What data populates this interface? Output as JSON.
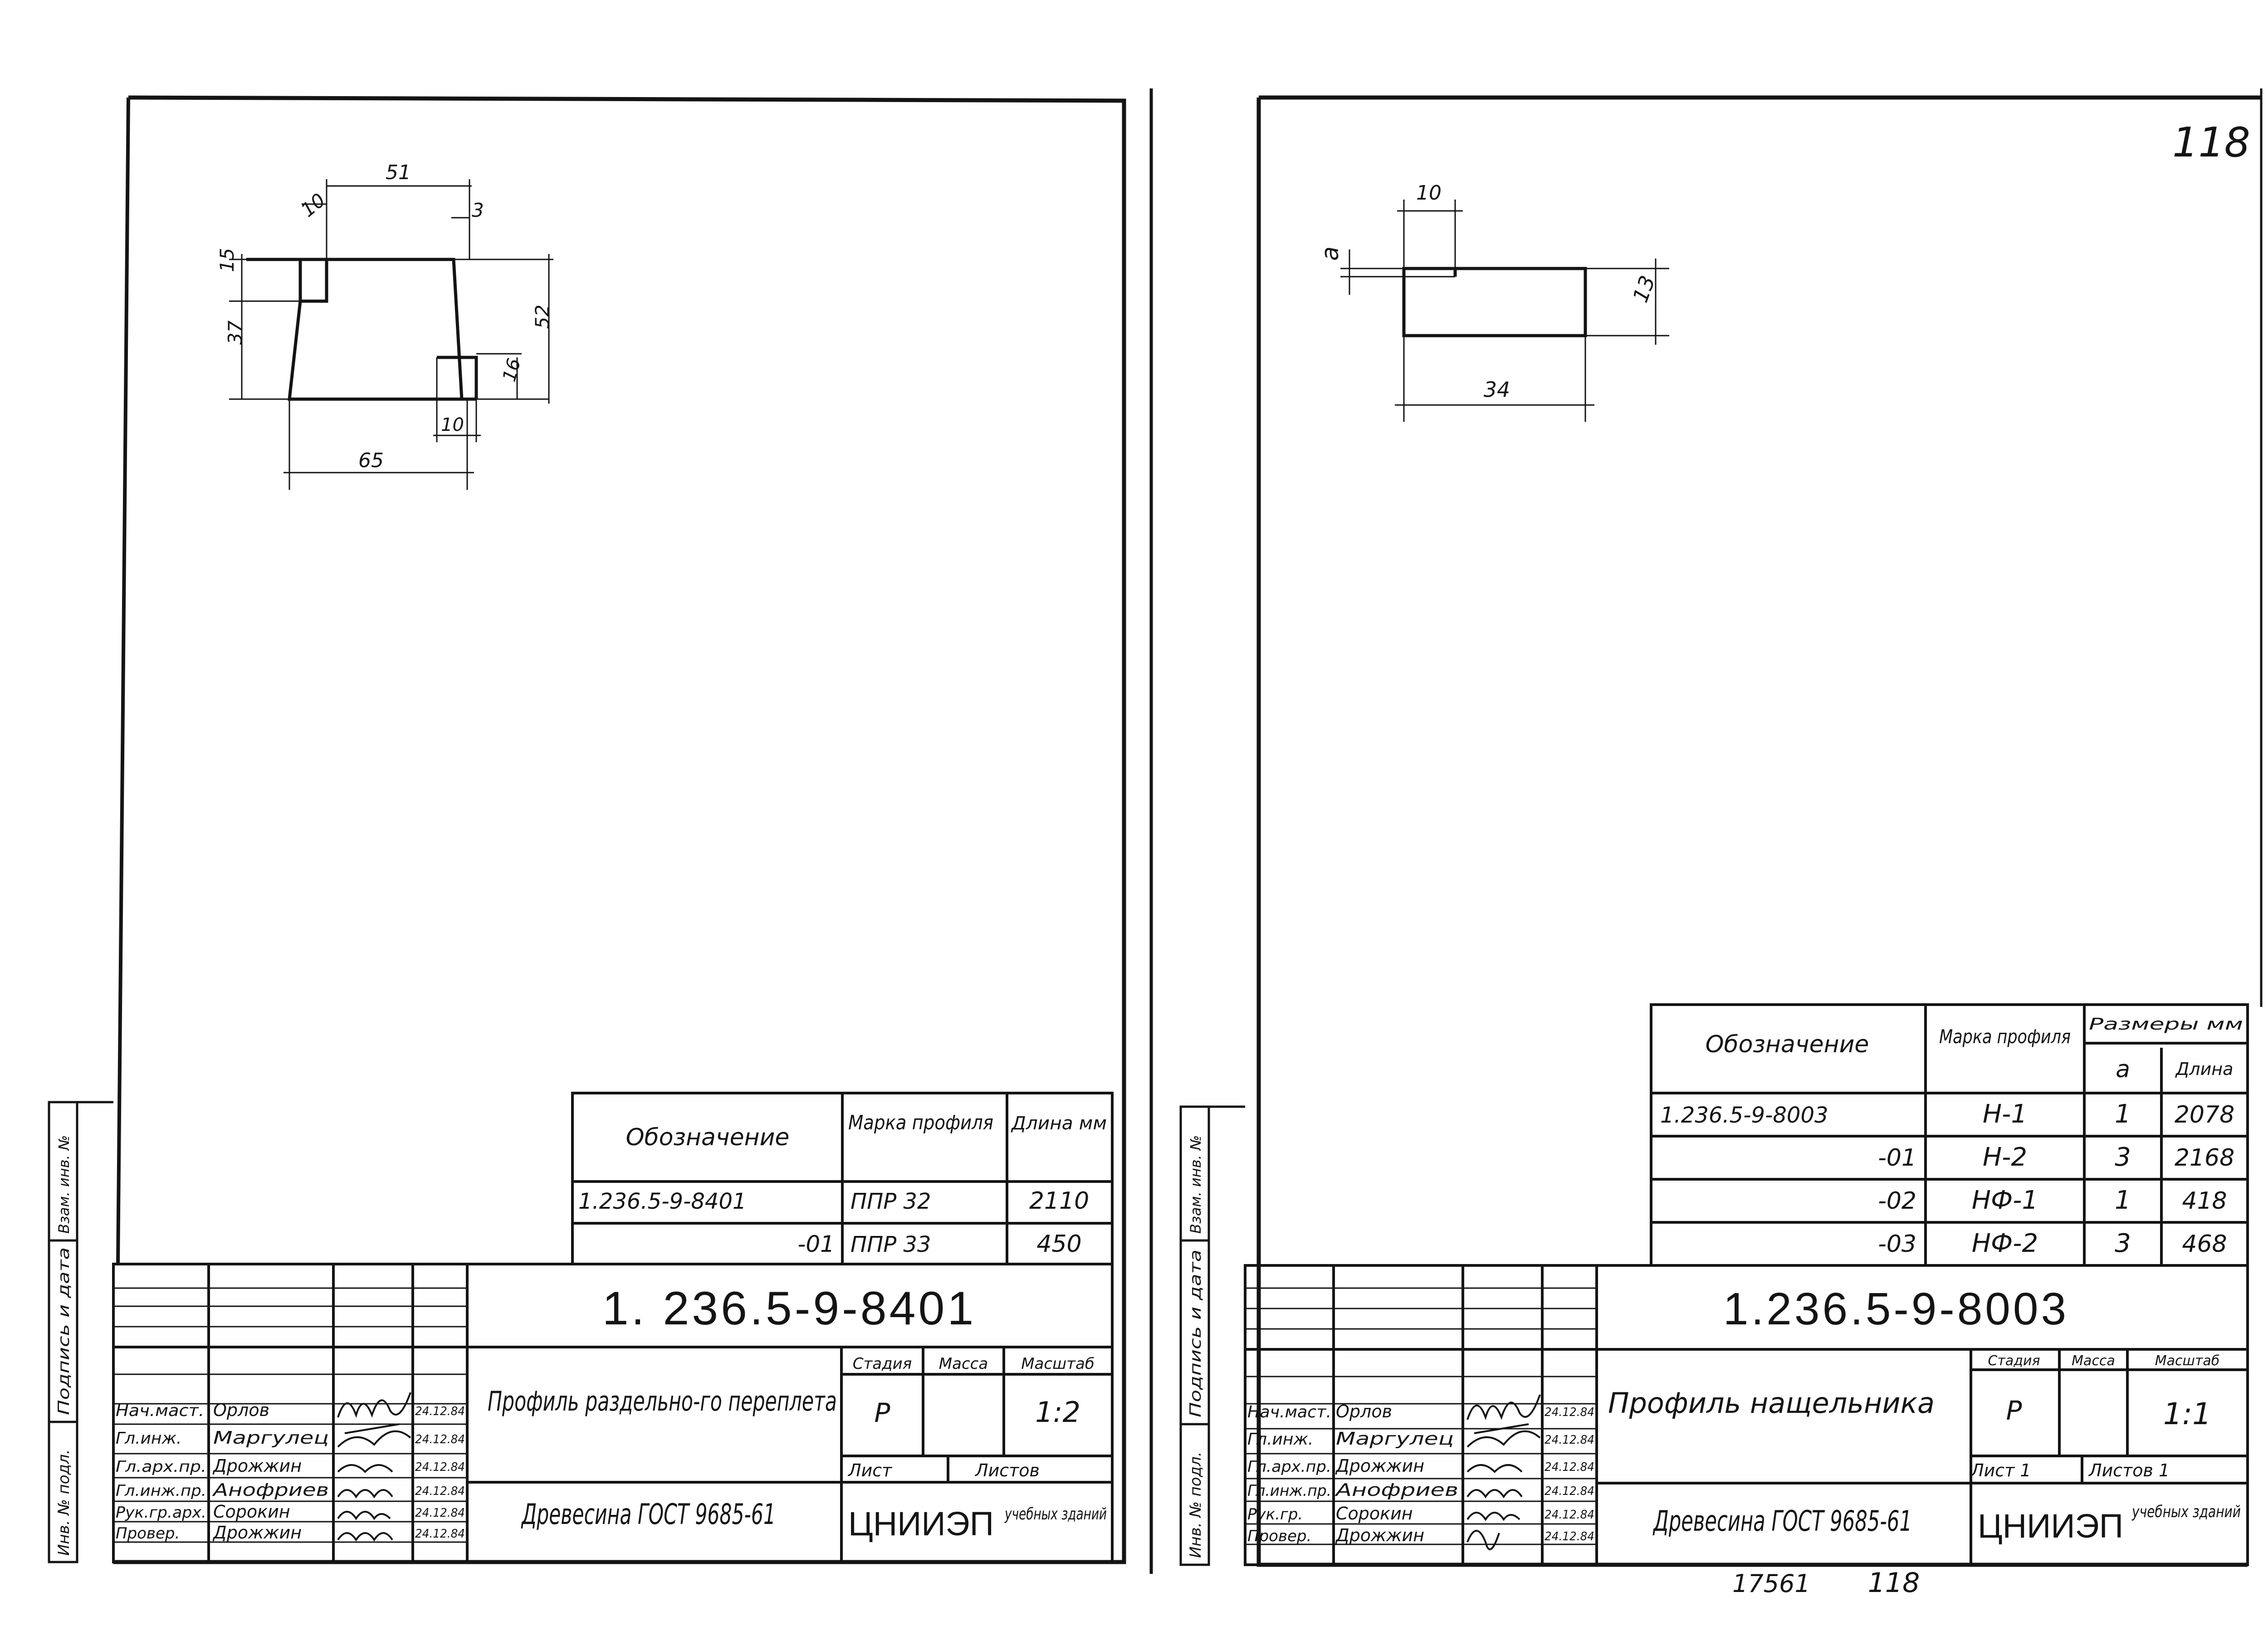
{
  "left_sheet": {
    "profile_dims": {
      "top": "51",
      "step": "10",
      "gap": "3",
      "h_top": "15",
      "h_left": "37",
      "h_total": "52",
      "h_small": "16",
      "w_small": "10",
      "bottom": "65"
    },
    "table": {
      "headers": [
        "Обозначение",
        "Марка профиля",
        "Длина мм"
      ],
      "rows": [
        [
          "1.236.5-9-8401",
          "ППР 32",
          "2110"
        ],
        [
          "-01",
          "ППР 33",
          "450"
        ]
      ]
    },
    "doc_code": "1. 236.5-9-8401",
    "title": "Профиль раздельно-го переплета",
    "material": "Древесина ГОСТ 9685-61",
    "stage_header": "Стадия",
    "mass_header": "Масса",
    "scale_header": "Масштаб",
    "stage": "Р",
    "scale": "1:2",
    "sheet_label": "Лист",
    "sheets_label": "Листов",
    "org": "ЦНИИЭП",
    "org_sub": "учебных зданий",
    "staff": [
      {
        "role": "Нач.маст.",
        "name": "Орлов",
        "date": "24.12.84"
      },
      {
        "role": "Гл.инж.",
        "name": "Маргулец",
        "date": "24.12.84"
      },
      {
        "role": "Гл.арх.пр.",
        "name": "Дрожжин",
        "date": "24.12.84"
      },
      {
        "role": "Гл.инж.пр.",
        "name": "Анофриев",
        "date": "24.12.84"
      },
      {
        "role": "Рук.гр.арх.",
        "name": "Сорокин",
        "date": "24.12.84"
      },
      {
        "role": "Провер.",
        "name": "Дрожжин",
        "date": "24.12.84"
      }
    ],
    "side_labels": [
      "Инв. № подл.",
      "Подпись и дата",
      "Взам. инв. №"
    ]
  },
  "right_sheet": {
    "page_number": "118",
    "profile_dims": {
      "width_top": "10",
      "a": "а",
      "height": "13",
      "width": "34"
    },
    "table": {
      "headers": [
        "Обозначение",
        "Марка профиля",
        "Размеры мм"
      ],
      "subheaders": [
        "а",
        "Длина"
      ],
      "rows": [
        [
          "1.236.5-9-8003",
          "Н-1",
          "1",
          "2078"
        ],
        [
          "-01",
          "Н-2",
          "3",
          "2168"
        ],
        [
          "-02",
          "НФ-1",
          "1",
          "418"
        ],
        [
          "-03",
          "НФ-2",
          "3",
          "468"
        ]
      ]
    },
    "doc_code": "1.236.5-9-8003",
    "title": "Профиль нащельника",
    "material": "Древесина ГОСТ 9685-61",
    "stage_header": "Стадия",
    "mass_header": "Масса",
    "scale_header": "Масштаб",
    "stage": "Р",
    "scale": "1:1",
    "sheet_label": "Лист 1",
    "sheets_label": "Листов 1",
    "org": "ЦНИИЭП",
    "org_sub": "учебных зданий",
    "staff": [
      {
        "role": "Нач.маст.",
        "name": "Орлов",
        "date": "24.12.84"
      },
      {
        "role": "Гл.инж.",
        "name": "Маргулец",
        "date": "24.12.84"
      },
      {
        "role": "Гл.арх.пр.",
        "name": "Дрожжин",
        "date": "24.12.84"
      },
      {
        "role": "Гл.инж.пр.",
        "name": "Анофриев",
        "date": "24.12.84"
      },
      {
        "role": "Рук.гр.",
        "name": "Сорокин",
        "date": "24.12.84"
      },
      {
        "role": "Провер.",
        "name": "Дрожжин",
        "date": "24.12.84"
      }
    ],
    "side_labels": [
      "Инв. № подл.",
      "Подпись и дата",
      "Взам. инв. №"
    ]
  },
  "footer": {
    "archive_no": "17561",
    "page": "118"
  }
}
